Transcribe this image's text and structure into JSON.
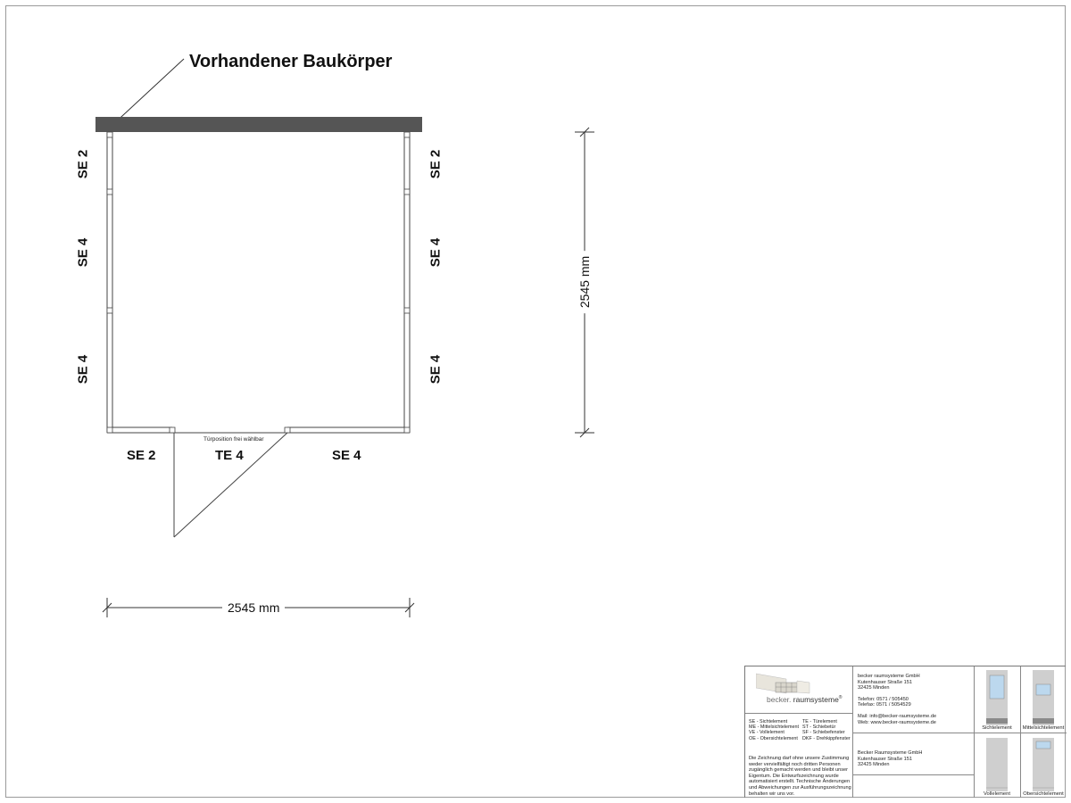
{
  "plan": {
    "title": "Vorhandener Baukörper",
    "left_side": [
      {
        "label": "SE 2"
      },
      {
        "label": "SE 4"
      },
      {
        "label": "SE 4"
      }
    ],
    "right_side": [
      {
        "label": "SE 2"
      },
      {
        "label": "SE 4"
      },
      {
        "label": "SE 4"
      }
    ],
    "front_side": [
      {
        "label": "SE 2"
      },
      {
        "label": "TE 4"
      },
      {
        "label": "SE 4"
      }
    ],
    "door_note": "Türposition frei wählbar",
    "dim_width": "2545 mm",
    "dim_depth": "2545 mm"
  },
  "titleblock": {
    "logo_brand": "becker.",
    "logo_suffix": "raumsysteme",
    "logo_reg": "®",
    "legend": [
      [
        "SE - Sichtelement",
        "TE - Türelement"
      ],
      [
        "ME - Mittelsichtelement",
        "ST - Schiebetür"
      ],
      [
        "VE - Vollelement",
        "SF - Schiebefenster"
      ],
      [
        "OE - Obersichtelement",
        "DKF - Drehkippfenster"
      ]
    ],
    "disclaimer": [
      "Die Zeichnung darf ohne unsere Zustimmung",
      "weder vervielfältigt noch dritten Personen",
      "zugänglich gemacht werden und bleibt unser",
      "Eigentum. Die Entwurfszeichnung wurde",
      "automatisiert erstellt. Technische Änderungen",
      "und Abweichungen zur Ausführungszeichnung",
      "behalten wir uns vor."
    ],
    "company1": [
      "becker raumsysteme GmbH",
      "Kutenhauser Straße 151",
      "32425 Minden"
    ],
    "phones": [
      "Telefon: 0571 / 505450",
      "Telefax: 0571 / 5054529"
    ],
    "contacts": [
      "Mail: info@becker-raumsysteme.de",
      "Web: www.becker-raumsysteme.de"
    ],
    "company2": [
      "Becker Raumsysteme GmbH",
      "Kutenhauser Straße 151",
      "32425 Minden"
    ],
    "elements": [
      "Sichtelement",
      "Mittelsichtelement",
      "Vollelement",
      "Obersichtelement"
    ]
  },
  "colors": {
    "wall": "#555555",
    "line": "#444444",
    "panel_glass": "#bcd8ee",
    "panel_gray": "#c8c8c8"
  }
}
